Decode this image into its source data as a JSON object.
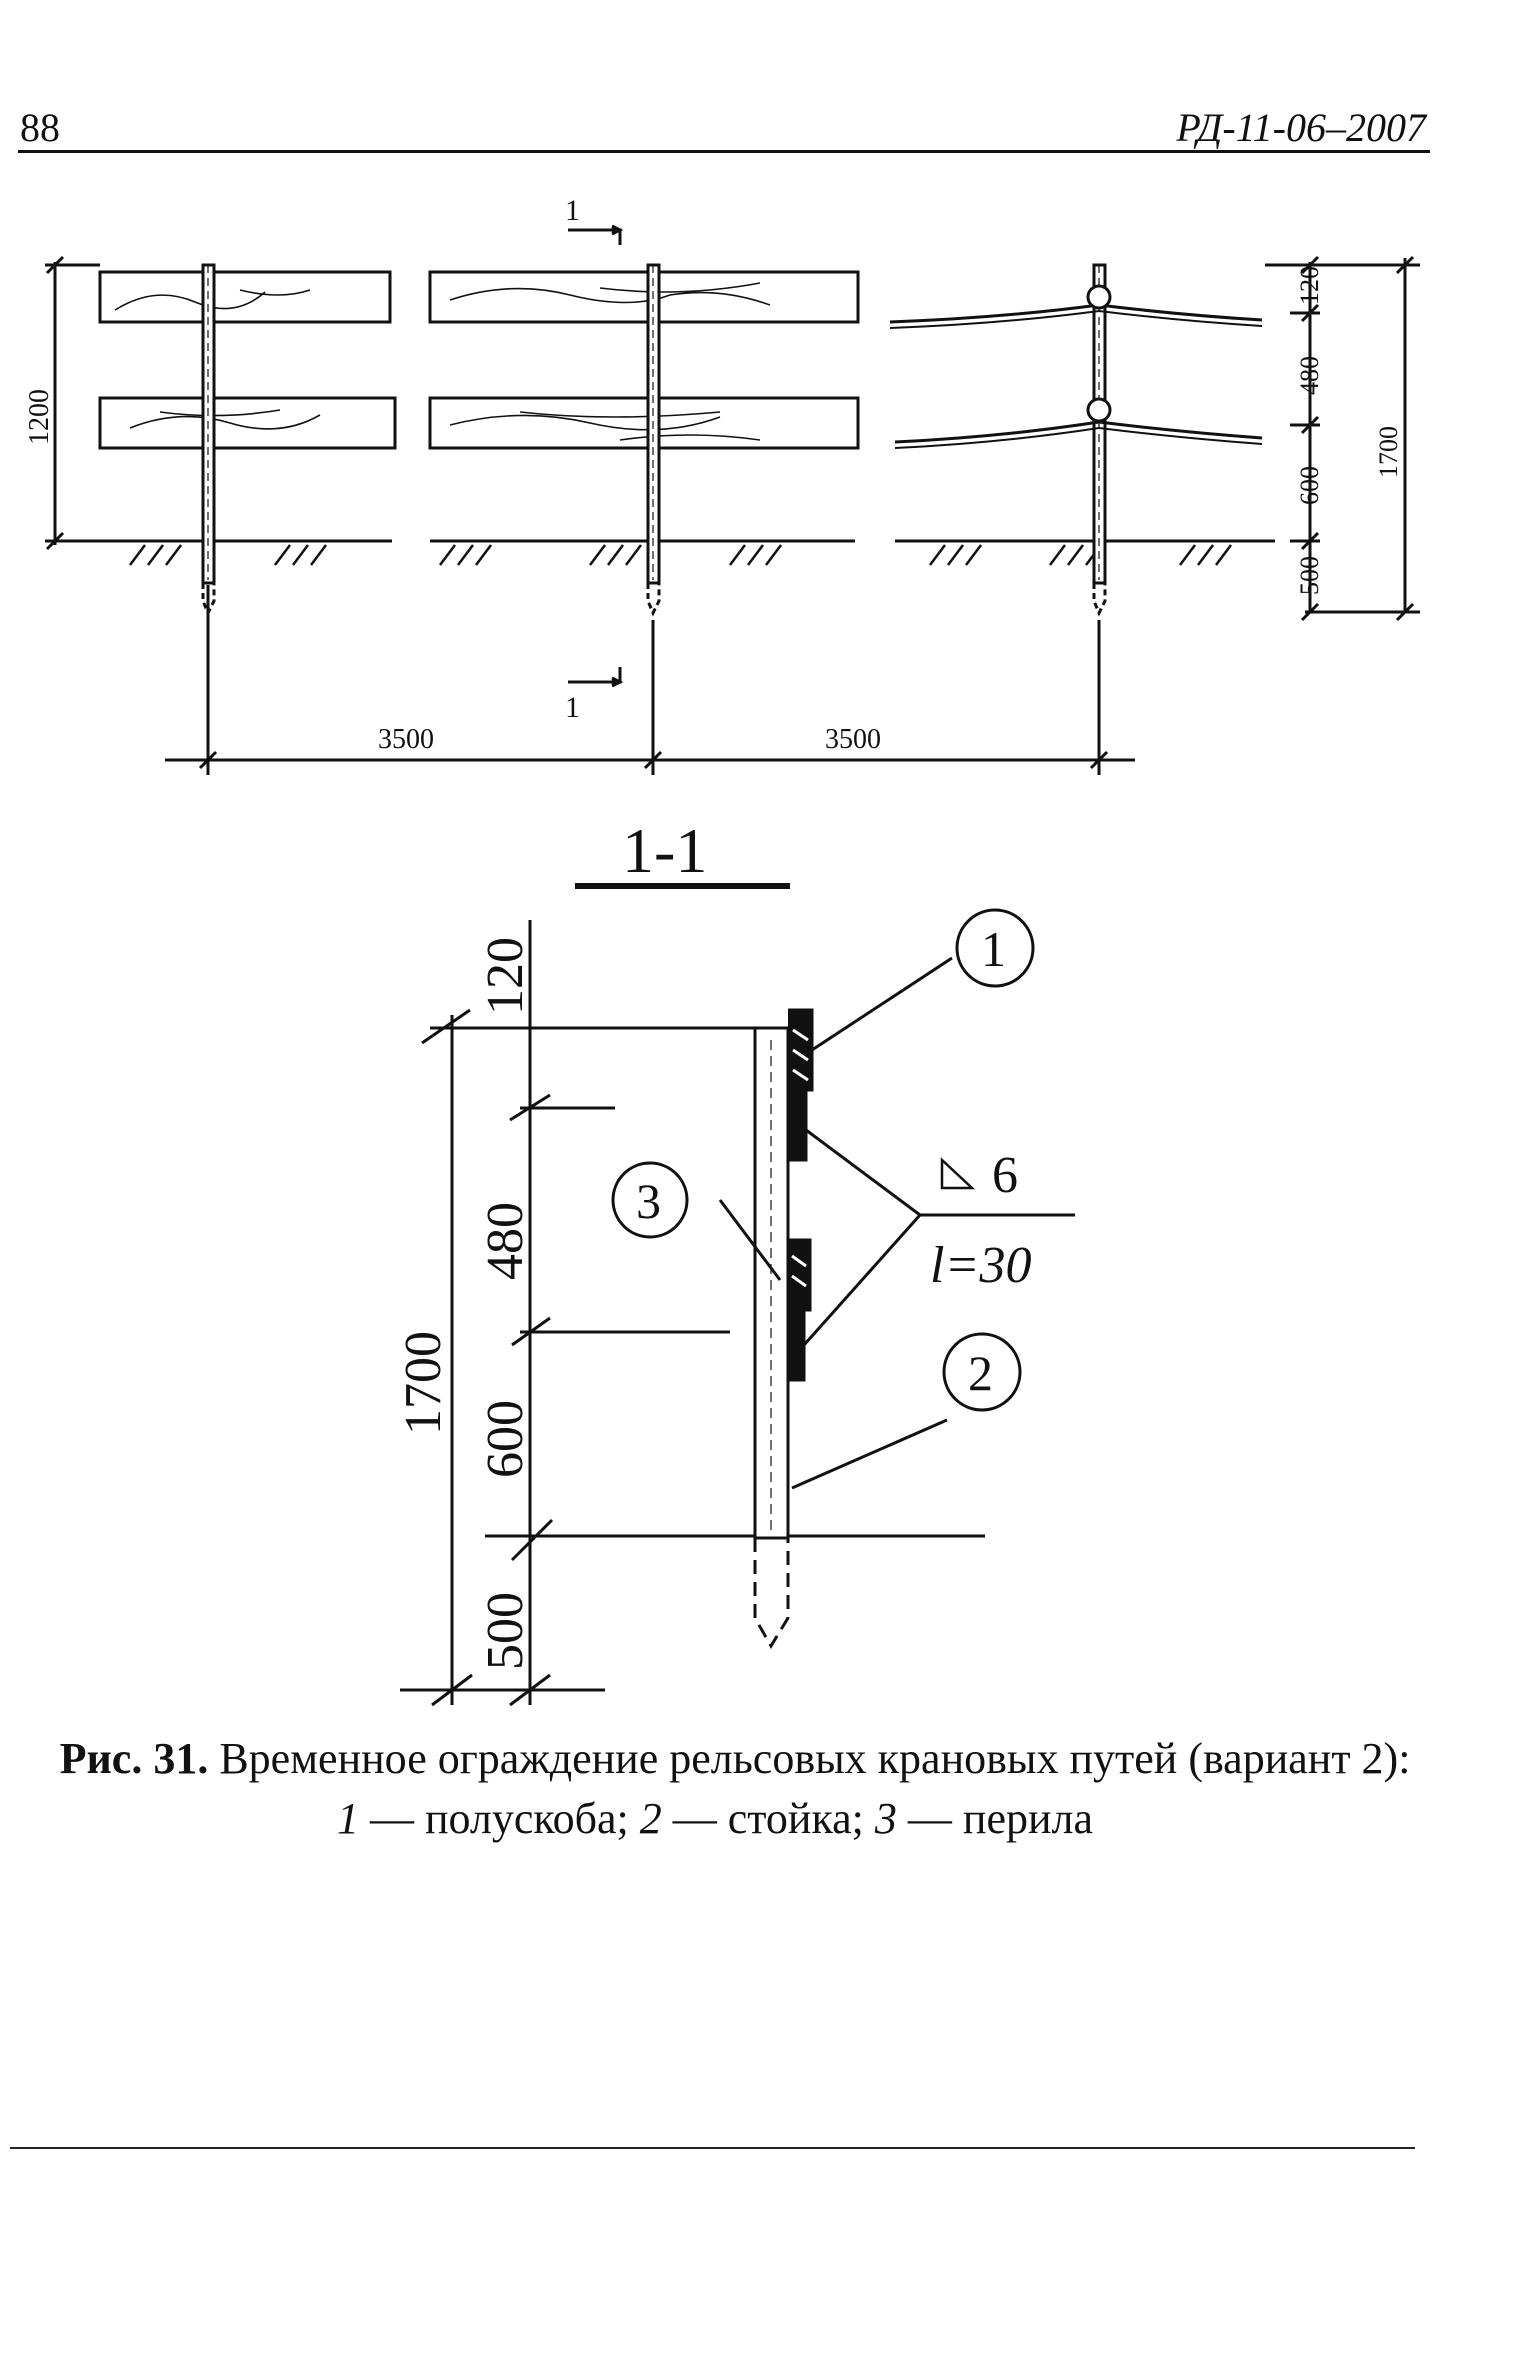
{
  "header": {
    "page_number": "88",
    "doc_code": "РД-11-06–2007"
  },
  "elevation": {
    "section_mark": "1",
    "dims_left": [
      "1200"
    ],
    "dims_right": [
      "120",
      "480",
      "600",
      "500",
      "1700"
    ],
    "spans": [
      "3500",
      "3500"
    ]
  },
  "section": {
    "title": "1-1",
    "dims": [
      "120",
      "480",
      "600",
      "500",
      "1700"
    ],
    "callouts": [
      "1",
      "2",
      "3"
    ],
    "weld_leg": "6",
    "weld_length": "l=30"
  },
  "caption": {
    "fig_label": "Рис. 31.",
    "fig_title": "Временное ограждение рельсовых крановых путей (вариант 2):",
    "legend": [
      {
        "num": "1",
        "text": "— полускоба;"
      },
      {
        "num": "2",
        "text": "— стойка;"
      },
      {
        "num": "3",
        "text": "— перила"
      }
    ]
  }
}
